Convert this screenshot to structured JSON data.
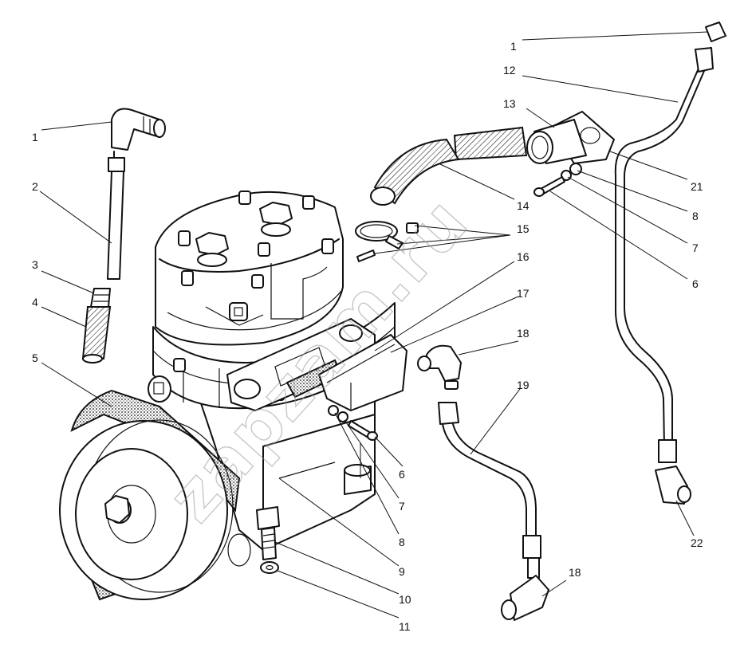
{
  "watermark": "zapzam.ru",
  "callouts": [
    {
      "id": "c1a",
      "text": "1"
    },
    {
      "id": "c1b",
      "text": "1"
    },
    {
      "id": "c2",
      "text": "2"
    },
    {
      "id": "c3",
      "text": "3"
    },
    {
      "id": "c4",
      "text": "4"
    },
    {
      "id": "c5",
      "text": "5"
    },
    {
      "id": "c6a",
      "text": "6"
    },
    {
      "id": "c6b",
      "text": "6"
    },
    {
      "id": "c7a",
      "text": "7"
    },
    {
      "id": "c7b",
      "text": "7"
    },
    {
      "id": "c8a",
      "text": "8"
    },
    {
      "id": "c8b",
      "text": "8"
    },
    {
      "id": "c9",
      "text": "9"
    },
    {
      "id": "c10",
      "text": "10"
    },
    {
      "id": "c11",
      "text": "11"
    },
    {
      "id": "c12",
      "text": "12"
    },
    {
      "id": "c13",
      "text": "13"
    },
    {
      "id": "c14",
      "text": "14"
    },
    {
      "id": "c15",
      "text": "15"
    },
    {
      "id": "c16",
      "text": "16"
    },
    {
      "id": "c17",
      "text": "17"
    },
    {
      "id": "c18a",
      "text": "18"
    },
    {
      "id": "c18b",
      "text": "18"
    },
    {
      "id": "c19",
      "text": "19"
    },
    {
      "id": "c21",
      "text": "21"
    },
    {
      "id": "c22",
      "text": "22"
    }
  ]
}
